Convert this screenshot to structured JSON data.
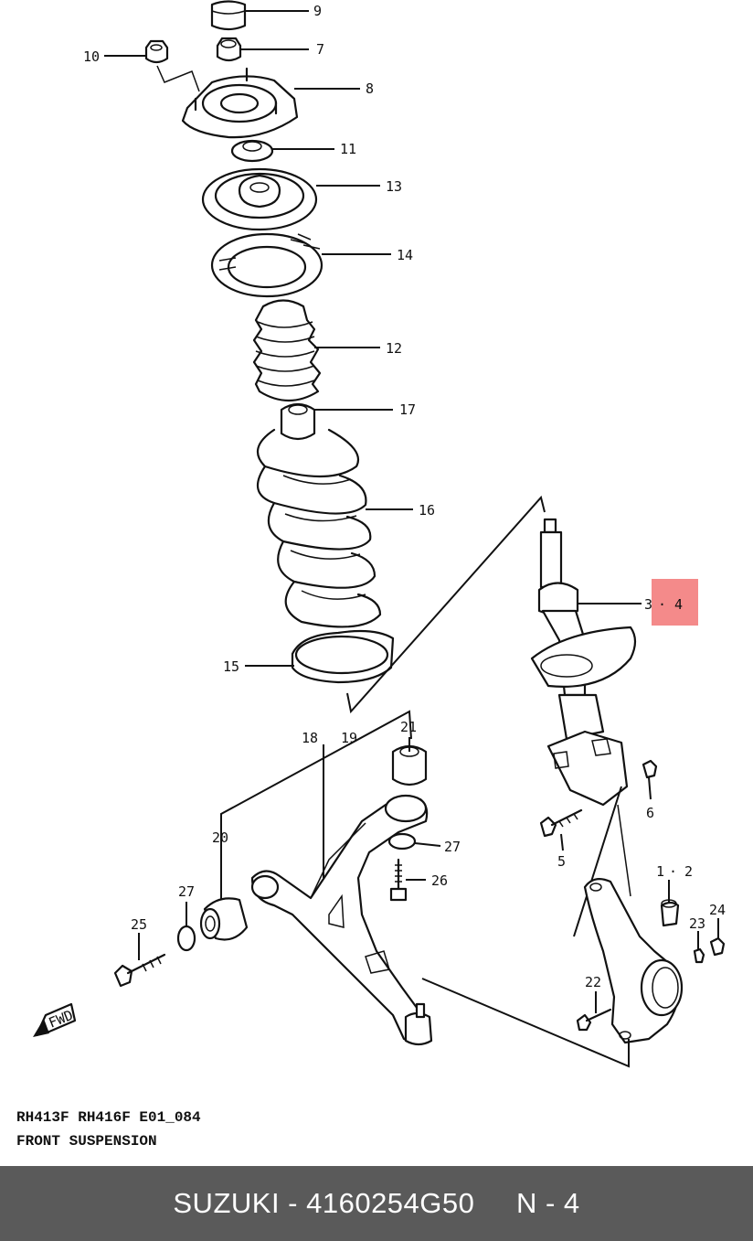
{
  "diagram": {
    "callouts": {
      "c1": "1",
      "c2": "2",
      "c3": "3",
      "c4": "4",
      "c5": "5",
      "c6": "6",
      "c7": "7",
      "c8": "8",
      "c9": "9",
      "c10": "10",
      "c11": "11",
      "c12": "12",
      "c13": "13",
      "c14": "14",
      "c15": "15",
      "c16": "16",
      "c17": "17",
      "c18": "18",
      "c19": "19",
      "c20": "20",
      "c21": "21",
      "c22": "22",
      "c23": "23",
      "c24": "24",
      "c25": "25",
      "c26": "26",
      "c27a": "27",
      "c27b": "27"
    },
    "fwd_label": "FWD",
    "highlight_color": "#f48a8a"
  },
  "caption": {
    "line1": "RH413F RH416F E01_084",
    "line2": "FRONT SUSPENSION"
  },
  "footer": {
    "text": "SUZUKI - 4160254G50     N - 4",
    "background": "#5a5a5a"
  }
}
